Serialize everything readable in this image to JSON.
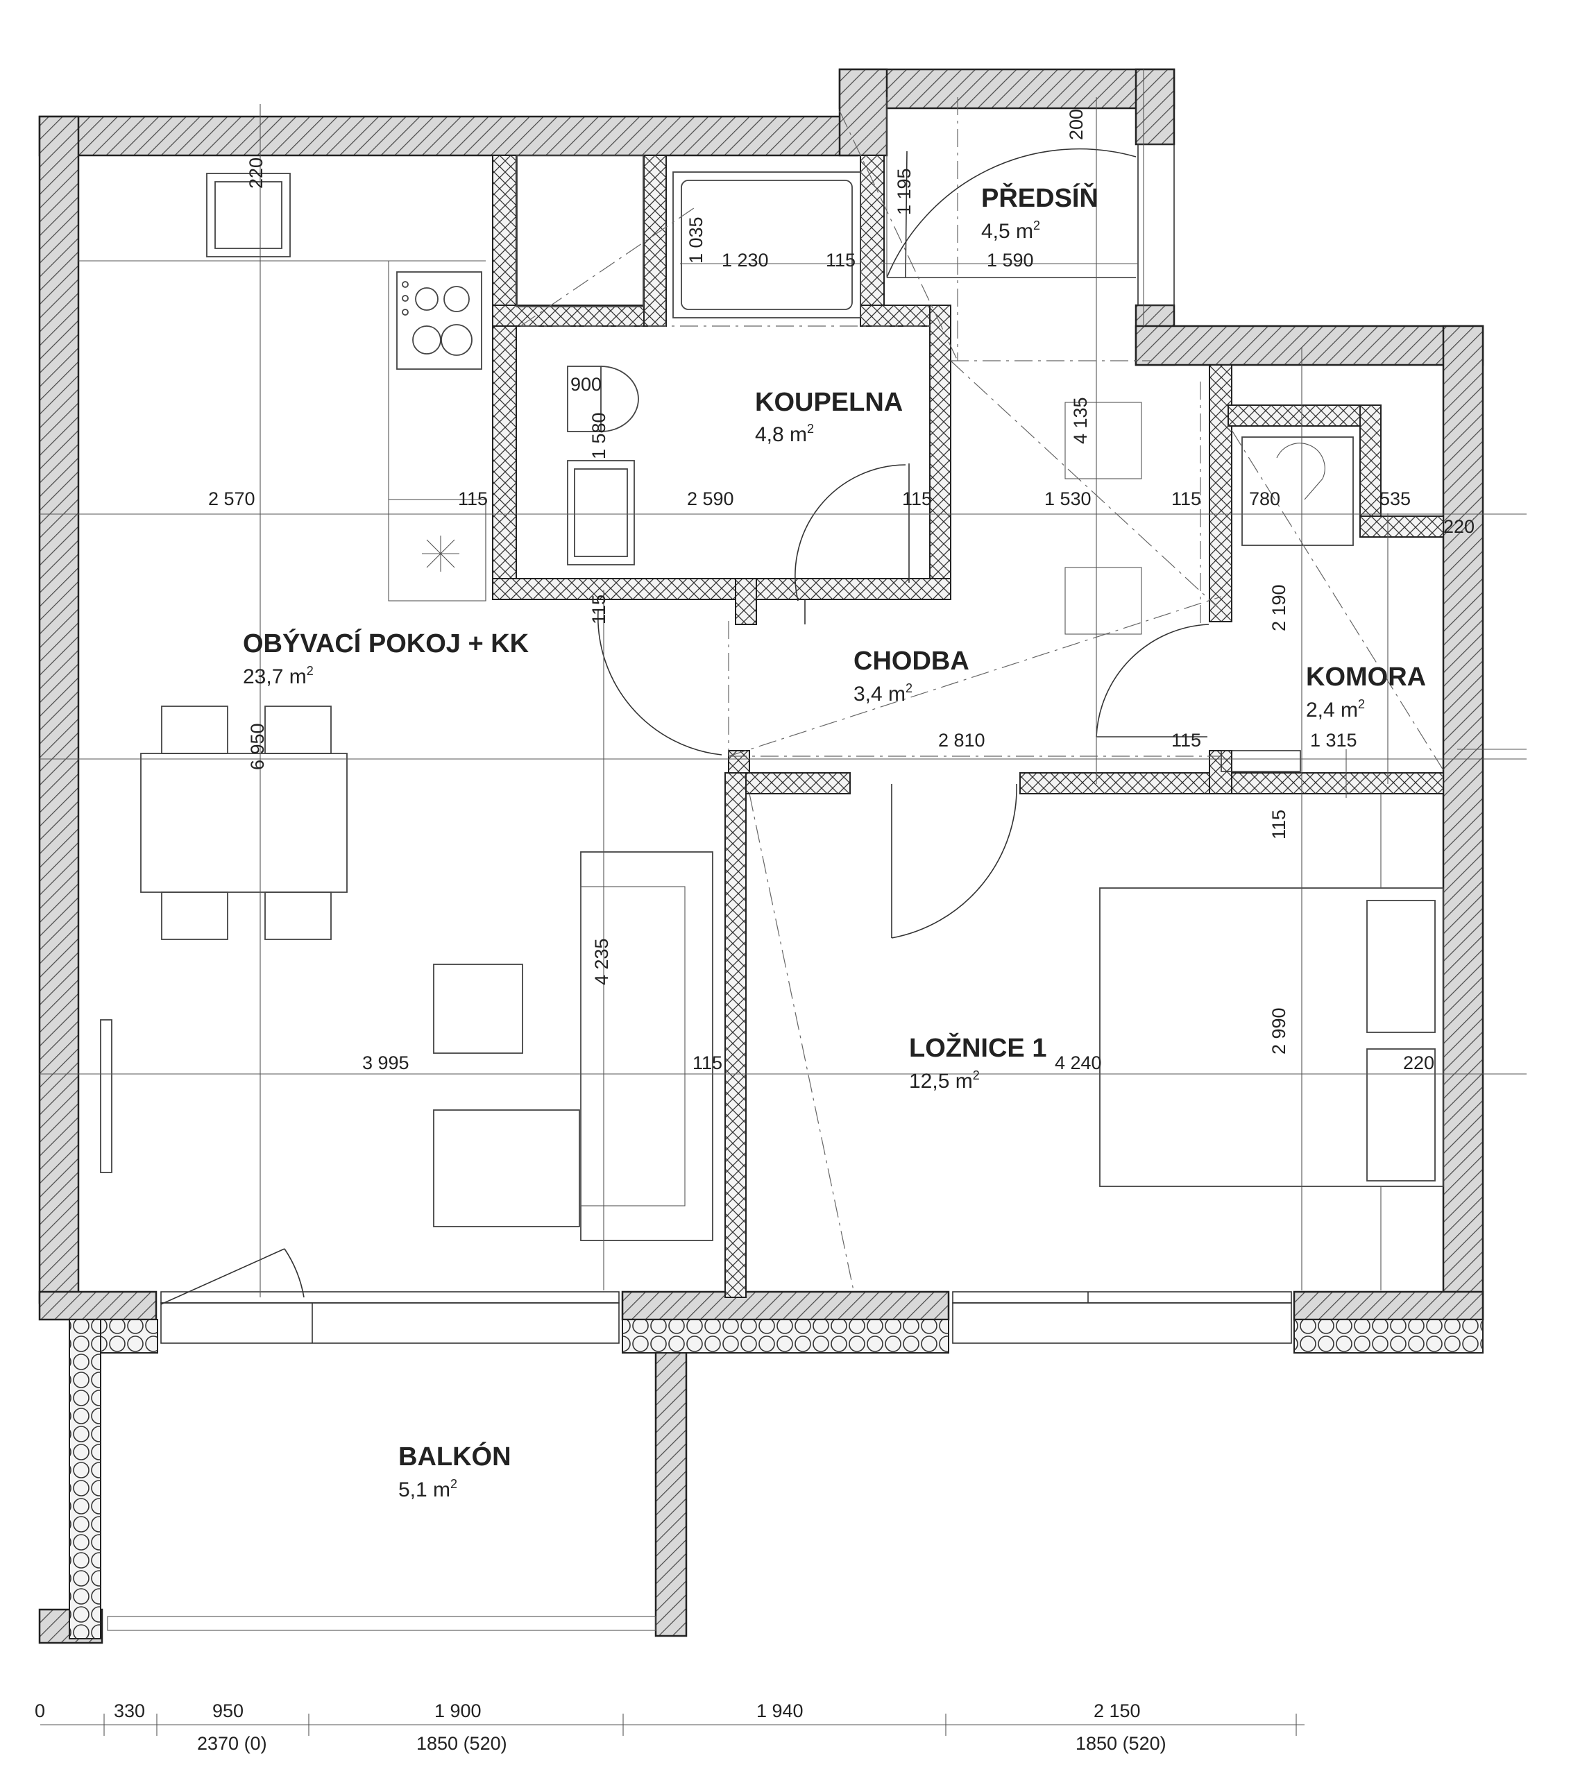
{
  "rooms": {
    "living": {
      "name": "OBÝVACÍ POKOJ + KK",
      "area": "23,7 m",
      "sup": "2"
    },
    "bath": {
      "name": "KOUPELNA",
      "area": "4,8 m",
      "sup": "2"
    },
    "hall": {
      "name": "PŘEDSÍŇ",
      "area": "4,5 m",
      "sup": "2"
    },
    "corridor": {
      "name": "CHODBA",
      "area": "3,4 m",
      "sup": "2"
    },
    "pantry": {
      "name": "KOMORA",
      "area": "2,4 m",
      "sup": "2"
    },
    "bedroom": {
      "name": "LOŽNICE 1",
      "area": "12,5 m",
      "sup": "2"
    },
    "balcony": {
      "name": "BALKÓN",
      "area": "5,1 m",
      "sup": "2"
    }
  },
  "dims": {
    "d220a": "220",
    "d200": "200",
    "d1195": "1 195",
    "d1035": "1 035",
    "d1230": "1 230",
    "d115a": "115",
    "d1590": "1 590",
    "d900": "900",
    "d1580": "1 580",
    "d4135": "4 135",
    "d2570": "2 570",
    "d115b": "115",
    "d2590": "2 590",
    "d115c": "115",
    "d1530": "1 530",
    "d115d": "115",
    "d780": "780",
    "d535": "535",
    "d220b": "220",
    "d115e": "115",
    "d2190": "2 190",
    "d6950": "6 950",
    "d2810": "2 810",
    "d115f": "115",
    "d1315": "1 315",
    "d115g": "115",
    "d4235": "4 235",
    "d2990": "2 990",
    "d3995": "3 995",
    "d115h": "115",
    "d4240": "4 240",
    "d220c": "220"
  },
  "bottom_dims": {
    "b0": "0",
    "b330": "330",
    "b950": "950",
    "b2370": "2370 (0)",
    "b1900": "1 900",
    "b1850a": "1850 (520)",
    "b1940": "1 940",
    "b2150": "2 150",
    "b1850b": "1850 (520)"
  }
}
